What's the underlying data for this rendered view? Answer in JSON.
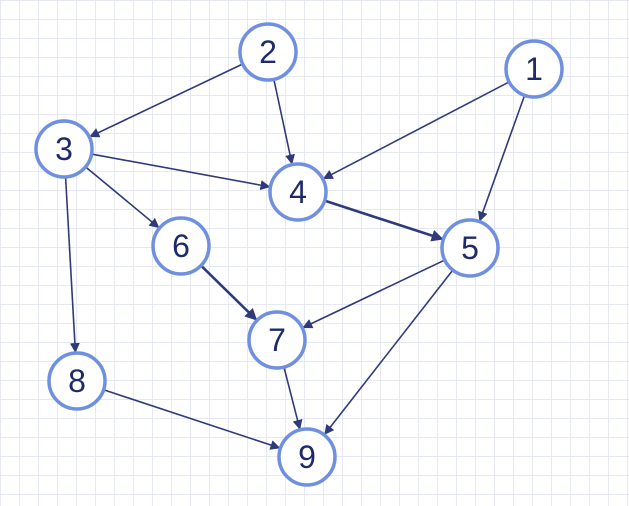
{
  "colors": {
    "edge": "#2f3a7a",
    "node_border": "#6f8fe0",
    "node_fill": "#ffffff",
    "label": "#1e2a6b",
    "grid": "#e6e9f3"
  },
  "graph": {
    "nodes": [
      {
        "id": "1",
        "label": "1"
      },
      {
        "id": "2",
        "label": "2"
      },
      {
        "id": "3",
        "label": "3"
      },
      {
        "id": "4",
        "label": "4"
      },
      {
        "id": "5",
        "label": "5"
      },
      {
        "id": "6",
        "label": "6"
      },
      {
        "id": "7",
        "label": "7"
      },
      {
        "id": "8",
        "label": "8"
      },
      {
        "id": "9",
        "label": "9"
      }
    ],
    "edges": [
      {
        "from": "2",
        "to": "3",
        "bold": false
      },
      {
        "from": "2",
        "to": "4",
        "bold": false
      },
      {
        "from": "1",
        "to": "4",
        "bold": false
      },
      {
        "from": "1",
        "to": "5",
        "bold": false
      },
      {
        "from": "3",
        "to": "4",
        "bold": false
      },
      {
        "from": "3",
        "to": "6",
        "bold": false
      },
      {
        "from": "3",
        "to": "8",
        "bold": false
      },
      {
        "from": "4",
        "to": "5",
        "bold": true
      },
      {
        "from": "6",
        "to": "7",
        "bold": true
      },
      {
        "from": "5",
        "to": "7",
        "bold": false
      },
      {
        "from": "5",
        "to": "9",
        "bold": false
      },
      {
        "from": "7",
        "to": "9",
        "bold": false
      },
      {
        "from": "8",
        "to": "9",
        "bold": false
      }
    ]
  }
}
